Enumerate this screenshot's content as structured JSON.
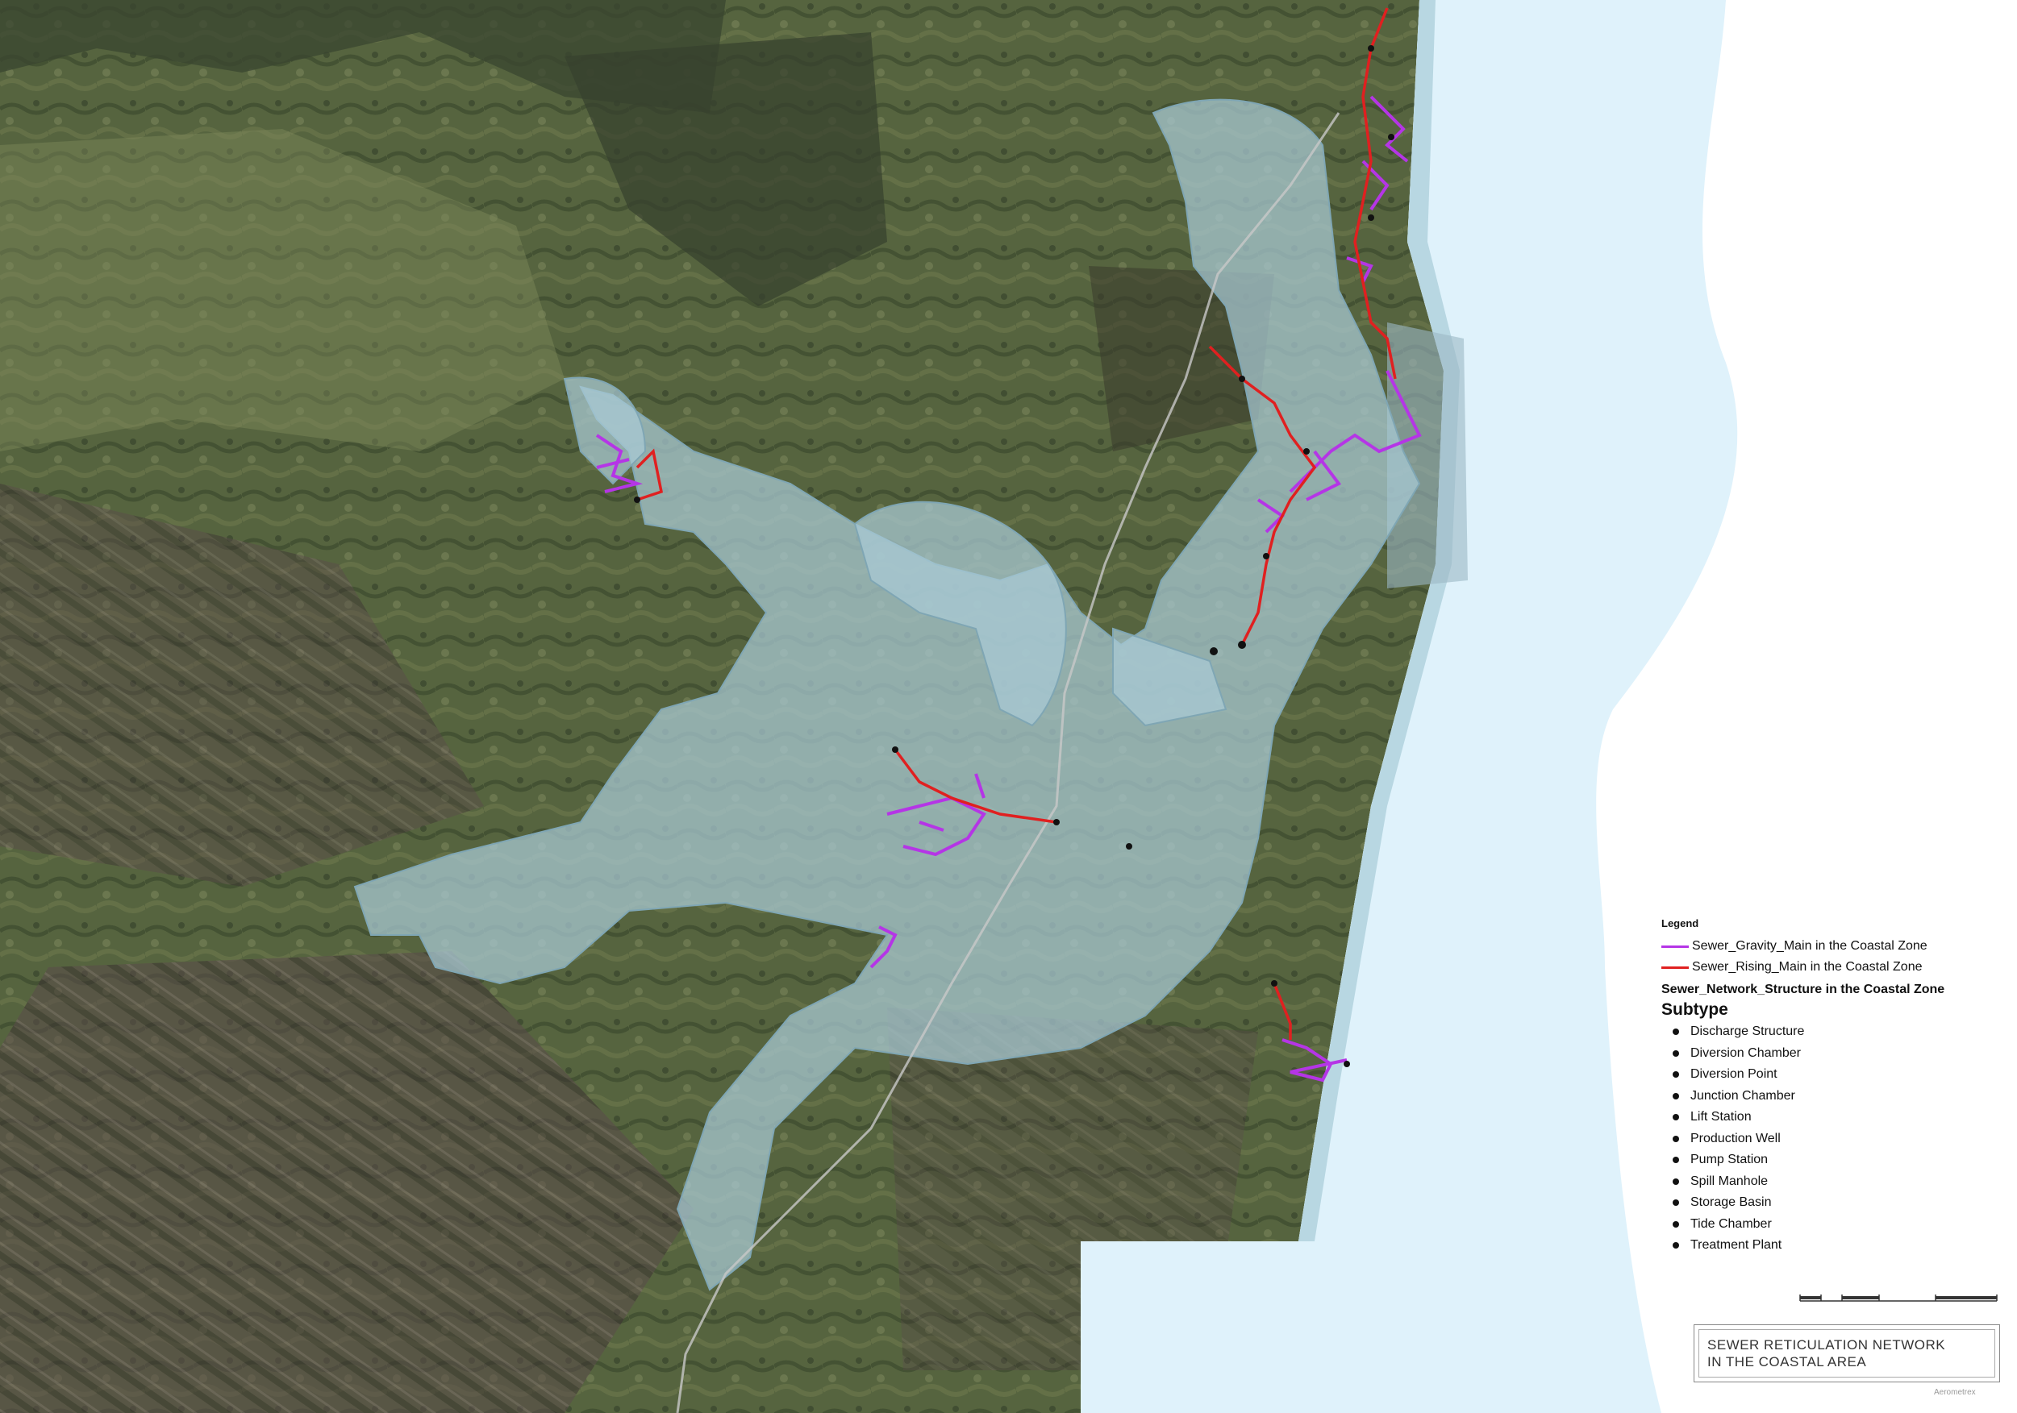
{
  "legend": {
    "heading": "Legend",
    "lines": [
      {
        "label": "Sewer_Gravity_Main in the Coastal Zone",
        "color": "#b535e6"
      },
      {
        "label": "Sewer_Rising_Main in the Coastal Zone",
        "color": "#e02020"
      }
    ],
    "structure_title": "Sewer_Network_Structure in the Coastal Zone",
    "subtype_title": "Subtype",
    "subtypes": [
      "Discharge Structure",
      "Diversion Chamber",
      "Diversion Point",
      "Junction Chamber",
      "Lift Station",
      "Production Well",
      "Pump Station",
      "Spill Manhole",
      "Storage Basin",
      "Tide Chamber",
      "Treatment Plant"
    ]
  },
  "map_title": {
    "line1": "SEWER RETICULATION NETWORK",
    "line2": "IN THE COASTAL AREA"
  },
  "credit": "Aerometrex",
  "colors": {
    "coastal_zone": "#a9cbd6",
    "ocean": "#dff2fb",
    "terrain": "#4d5b3b"
  }
}
